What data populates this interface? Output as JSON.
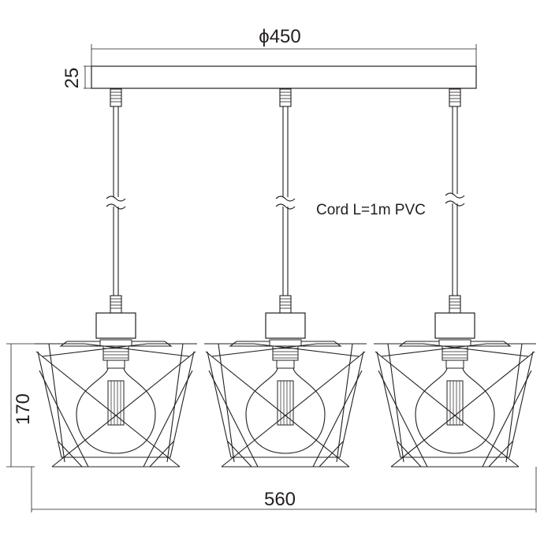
{
  "dimensions": {
    "canopy_diameter": "ϕ450",
    "canopy_height": "25",
    "shade_height": "170",
    "total_width": "560"
  },
  "cord_note": "Cord L=1m PVC",
  "colors": {
    "line": "#231f20",
    "background": "#ffffff"
  },
  "pendants": [
    {
      "id": "left"
    },
    {
      "id": "center"
    },
    {
      "id": "right"
    }
  ]
}
